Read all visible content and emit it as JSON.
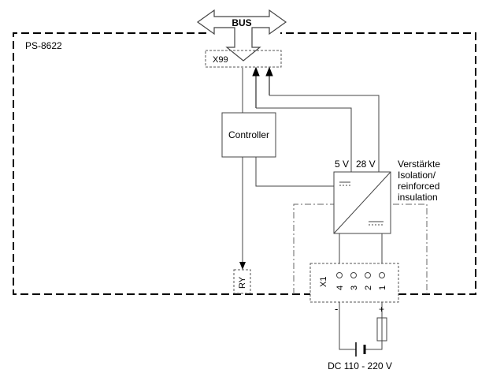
{
  "bus_label": "BUS",
  "module_name": "PS-8622",
  "connector_x99": "X99",
  "controller_label": "Controller",
  "voltage_5v": "5 V",
  "voltage_28v": "28 V",
  "isolation_note": {
    "line1": "Verstärkte",
    "line2": "Isolation/",
    "line3": "reinforced",
    "line4": "insulation"
  },
  "relay_label": "RY",
  "terminal_block": {
    "name": "X1",
    "pins": [
      "4",
      "3",
      "2",
      "1"
    ]
  },
  "polarity": {
    "minus": "-",
    "plus": "+"
  },
  "supply_label": "DC 110 - 220 V"
}
